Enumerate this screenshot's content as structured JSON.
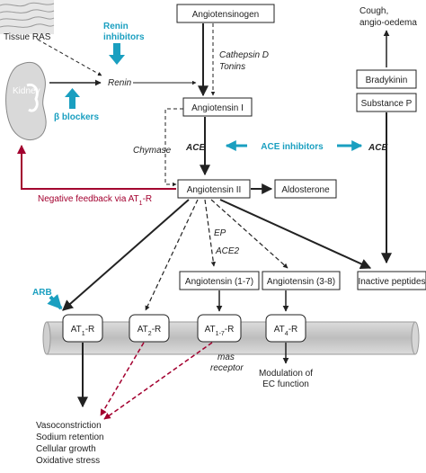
{
  "labels": {
    "tissue_ras": "Tissue RAS",
    "renin_inhibitors_1": "Renin",
    "renin_inhibitors_2": "inhibitors",
    "kidney": "Kidney",
    "renin": "Renin",
    "beta_blockers": "β blockers",
    "angiotensinogen": "Angiotensinogen",
    "cathepsin": "Cathepsin D",
    "tonins": "Tonins",
    "angiotensin_1": "Angiotensin I",
    "chymase": "Chymase",
    "ace_left": "ACE",
    "ace_inhibitors": "ACE inhibitors",
    "ace_right": "ACE",
    "angiotensin_2": "Angiotensin II",
    "aldosterone": "Aldosterone",
    "negative_feedback": "Negative feedback via AT",
    "negative_feedback_sub": "1",
    "negative_feedback_end": "-R",
    "cough_1": "Cough,",
    "cough_2": "angio-oedema",
    "bradykinin": "Bradykinin",
    "substance_p": "Substance P",
    "ep": "EP",
    "ace2": "ACE2",
    "ang_1_7": "Angiotensin (1-7)",
    "ang_3_8": "Angiotensin (3-8)",
    "inactive_peptides": "Inactive peptides",
    "arb": "ARB",
    "at1r_main": "AT",
    "at1r_sub": "1",
    "at1r_end": "-R",
    "at2r_main": "AT",
    "at2r_sub": "2",
    "at2r_end": "-R",
    "at17r_main": "AT",
    "at17r_sub": "1-7",
    "at17r_end": "-R",
    "at4r_main": "AT",
    "at4r_sub": "4",
    "at4r_end": "-R",
    "mas_1": "mas",
    "mas_2": "receptor",
    "modulation_1": "Modulation of",
    "modulation_2": "EC function",
    "effect_1": "Vasoconstriction",
    "effect_2": "Sodium retention",
    "effect_3": "Cellular growth",
    "effect_4": "Oxidative stress"
  },
  "colors": {
    "cyan": "#1a9fc0",
    "red": "#a3002f",
    "black": "#222222",
    "membrane": "#c8c8c8"
  }
}
